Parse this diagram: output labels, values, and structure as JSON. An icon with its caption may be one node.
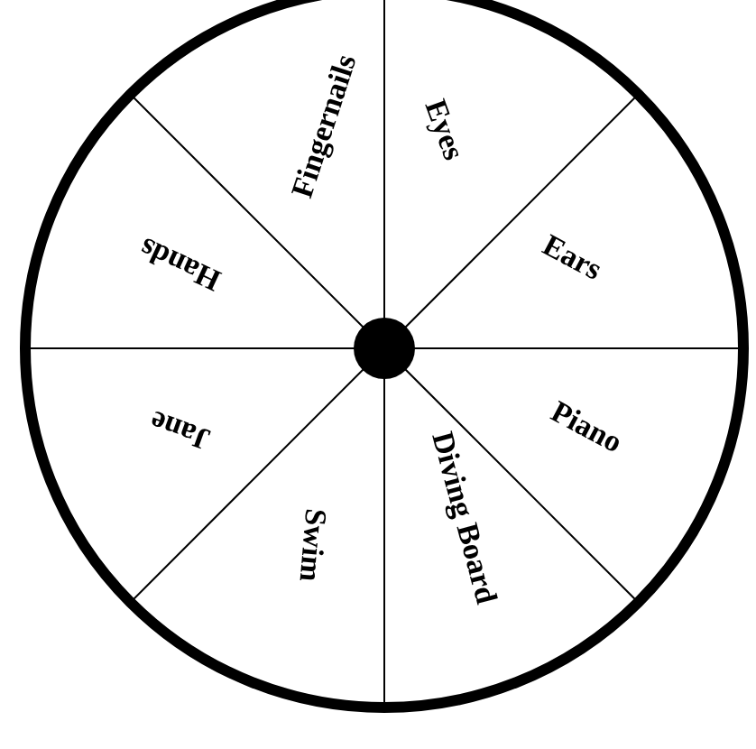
{
  "diagram": {
    "labels": [
      "Eyes",
      "Ears",
      "Piano",
      "Diving Board",
      "Swim",
      "Jane",
      "Hands",
      "Fingernails"
    ]
  }
}
